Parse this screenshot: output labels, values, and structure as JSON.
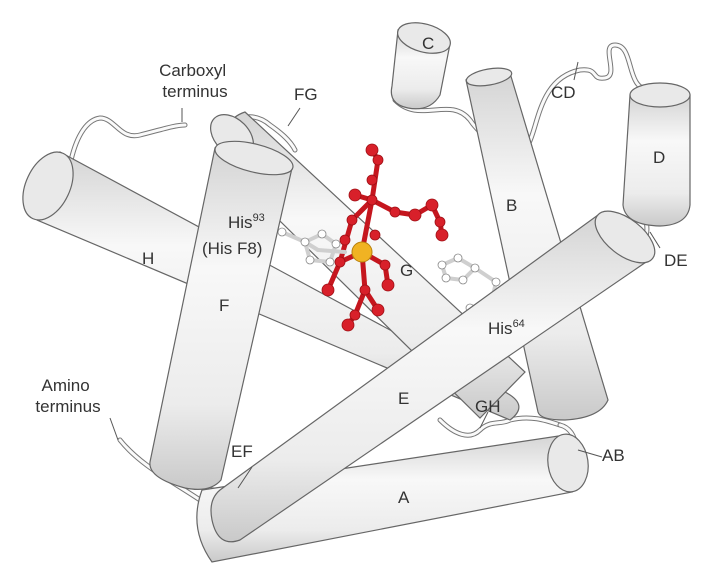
{
  "helices": {
    "a": "A",
    "b": "B",
    "c": "C",
    "d": "D",
    "e": "E",
    "f": "F",
    "g": "G",
    "h": "H"
  },
  "loops": {
    "ab": "AB",
    "cd": "CD",
    "de": "DE",
    "ef": "EF",
    "fg": "FG",
    "gh": "GH"
  },
  "termini": {
    "carboxyl_line1": "Carboxyl",
    "carboxyl_line2": "terminus",
    "amino_line1": "Amino",
    "amino_line2": "terminus"
  },
  "residues": {
    "his93_base": "His",
    "his93_sup": "93",
    "his93_alt": "(His F8)",
    "his64_base": "His",
    "his64_sup": "64"
  },
  "colors": {
    "heme": "#d8202a",
    "iron": "#f0b323",
    "helix": "#f2f2f2",
    "histidine": "#ffffff"
  }
}
